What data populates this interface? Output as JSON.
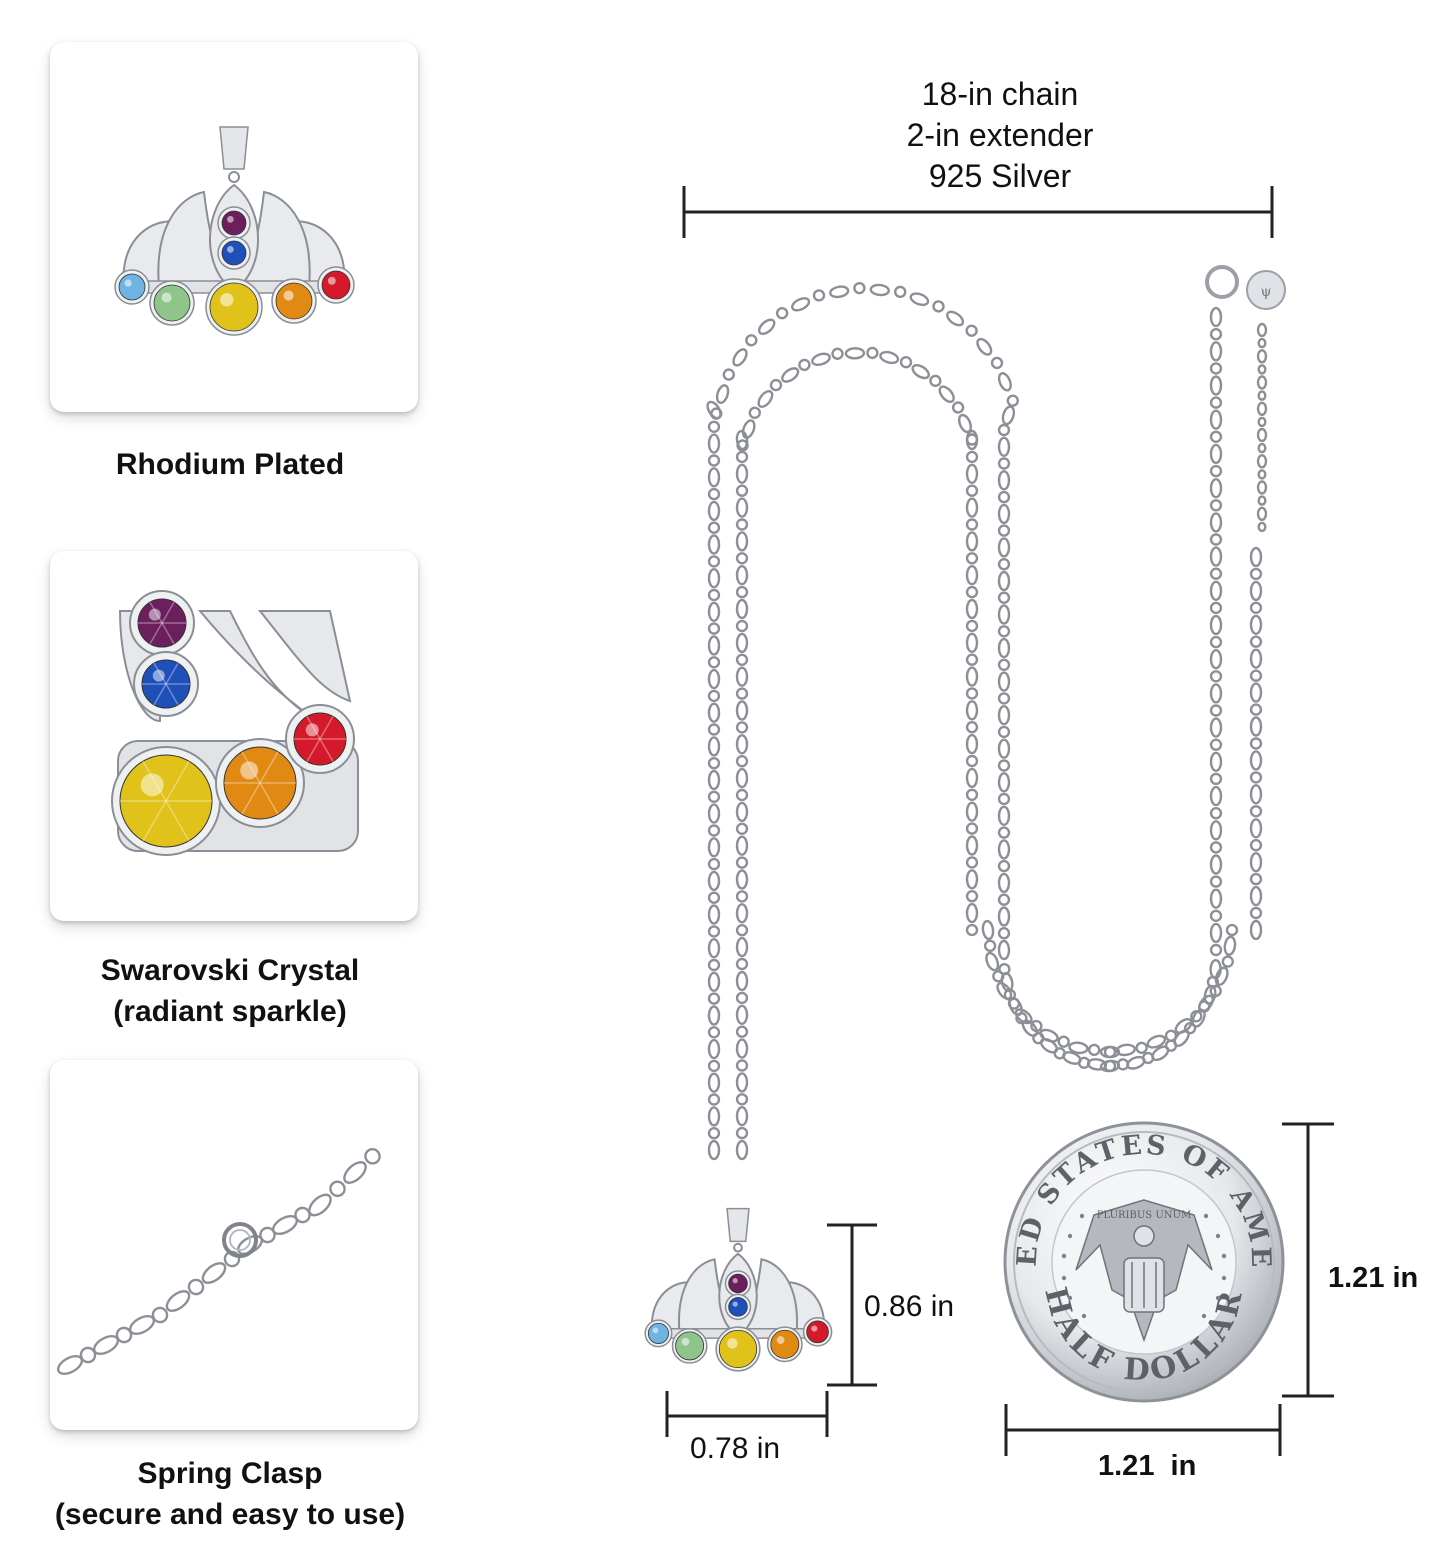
{
  "features": [
    {
      "caption_lines": [
        "Rhodium Plated"
      ],
      "illustration": "lotus-pendant-icon"
    },
    {
      "caption_lines": [
        "Swarovski Crystal",
        "(radiant sparkle)"
      ],
      "illustration": "crystal-closeup-icon"
    },
    {
      "caption_lines": [
        "Spring Clasp",
        "(secure and easy to use)"
      ],
      "illustration": "spring-clasp-icon"
    }
  ],
  "specs": {
    "lines": [
      "18-in chain",
      "2-in extender",
      "925 Silver"
    ]
  },
  "dimensions": {
    "pendant_height": "0.86 in",
    "pendant_width": "0.78 in",
    "coin_height": "1.21 in",
    "coin_width": "1.21  in"
  },
  "coin": {
    "top_text": "UNITED STATES OF AMERICA",
    "bottom_text": "HALF DOLLAR",
    "motto": "PLURIBUS UNUM"
  },
  "colors": {
    "silver": "#c9ccd1",
    "silver_dark": "#8a8f96",
    "gem_purple": "#6b1f5c",
    "gem_blue": "#1f4fb8",
    "gem_light_blue": "#6fb4e0",
    "gem_green": "#8fc48a",
    "gem_yellow": "#e0c21a",
    "gem_orange": "#e08a14",
    "gem_red": "#d41a2a"
  }
}
